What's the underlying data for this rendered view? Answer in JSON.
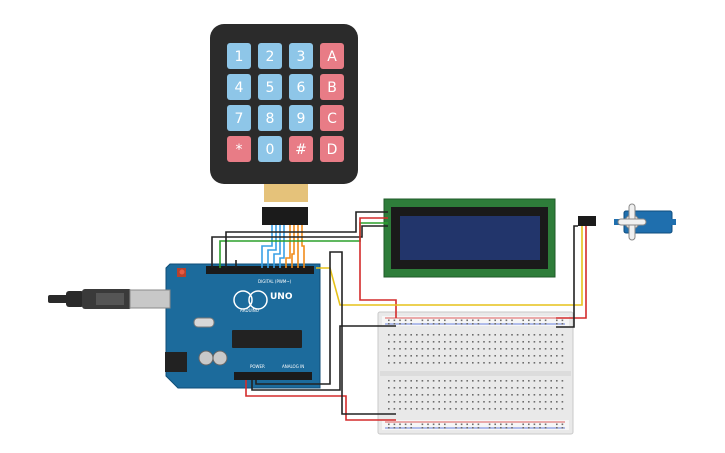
{
  "keypad": {
    "keys": [
      "1",
      "2",
      "3",
      "A",
      "4",
      "5",
      "6",
      "B",
      "7",
      "8",
      "9",
      "C",
      "*",
      "0",
      "#",
      "D"
    ],
    "digit_color": "#8ec6e8",
    "letter_color": "#e87c86",
    "body_color": "#2b2b2b"
  },
  "arduino": {
    "board_label": "UNO",
    "brand_label": "ARDUINO",
    "digital_label": "DIGITAL (PWM~)",
    "power_label": "POWER",
    "analog_label": "ANALOG IN",
    "board_color": "#1c6b9c"
  },
  "lcd": {
    "screen_color": "#22356b",
    "pcb_color": "#2e7d3a"
  },
  "servo": {
    "body_color": "#1f6fae"
  },
  "wires": {
    "red": "#d42b2b",
    "black": "#222222",
    "yellow": "#e6c21a",
    "green": "#2ca02c",
    "blue": "#3aa0e6",
    "orange": "#f28c1a"
  }
}
